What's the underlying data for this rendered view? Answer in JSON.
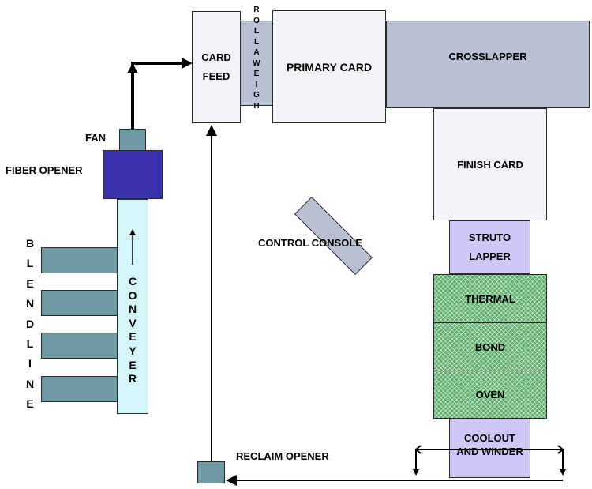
{
  "colors": {
    "card_light": "#f2f4f8",
    "card_gray": "#b8c1d4",
    "finish_card": "#f2f4f8",
    "lavender": "#cfc7f5",
    "teal": "#6e9aa3",
    "fiber_opener": "#3b32b0",
    "conveyor": "#d4f8fa",
    "hatched_green": "#5cae6a",
    "arrow": "#000000"
  },
  "labels": {
    "card_feed": "CARD FEED",
    "rollaweigh": "ROLLAWEIGH",
    "primary_card": "PRIMARY CARD",
    "crosslapper": "CROSSLAPPER",
    "finish_card": "FINISH CARD",
    "struto_lapper": "STRUTO LAPPER",
    "thermal": "THERMAL",
    "bond": "BOND",
    "oven": "OVEN",
    "coolout_and_winder": "COOLOUT AND WINDER",
    "fan": "FAN",
    "fiber_opener": "FIBER OPENER",
    "control_console": "CONTROL CONSOLE",
    "conveyer": "CONVEYER",
    "blend_line": "BLEND LINE",
    "reclaim_opener": "RECLAIM OPENER"
  },
  "icons": {
    "arrow_head": "arrowhead-icon"
  }
}
